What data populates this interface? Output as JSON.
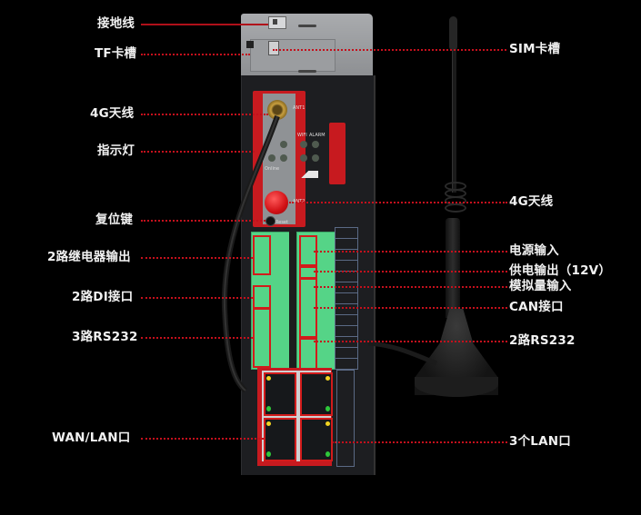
{
  "diagram": {
    "subject": "4G industrial router front panel with callouts",
    "colors": {
      "background": "#000000",
      "callout_line": "#c4101c",
      "label_text": "#f2f2f2",
      "accent_red": "#c71a1f",
      "terminal_green": "#55d487"
    },
    "left_callouts": [
      {
        "label": "接地线"
      },
      {
        "label": "TF卡槽"
      },
      {
        "label": "4G天线"
      },
      {
        "label": "指示灯"
      },
      {
        "label": "复位键"
      },
      {
        "label": "2路继电器输出"
      },
      {
        "label": "2路DI接口"
      },
      {
        "label": "3路RS232"
      },
      {
        "label": "WAN/LAN口"
      }
    ],
    "right_callouts": [
      {
        "label": "SIM卡槽"
      },
      {
        "label": "4G天线"
      },
      {
        "label": "电源输入"
      },
      {
        "label": "供电输出（12V）"
      },
      {
        "label": "模拟量输入"
      },
      {
        "label": "CAN接口"
      },
      {
        "label": "2路RS232"
      },
      {
        "label": "3个LAN口"
      }
    ],
    "panel_text": {
      "ant1": "ANT1",
      "ant2": "ANT2",
      "wifi": "WIFI",
      "alarm": "ALARM",
      "online": "Online",
      "reset": "Reset"
    }
  }
}
